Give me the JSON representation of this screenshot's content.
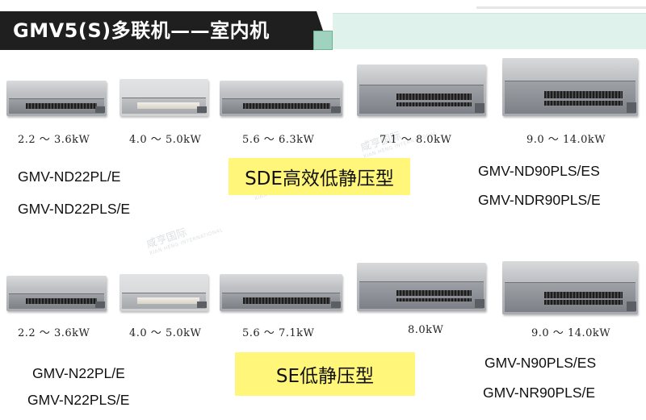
{
  "header": {
    "title": "GMV5(S)多联机——室内机"
  },
  "watermark": "咸亨国际",
  "sde": {
    "ranges": [
      "2.2 ～ 3.6kW",
      "4.0 ～ 5.0kW",
      "5.6 ～ 6.3kW",
      "7.1 ～ 8.0kW",
      "9.0 ～ 14.0kW"
    ],
    "models_left": [
      "GMV-ND22PL/E",
      "GMV-ND22PLS/E"
    ],
    "models_right": [
      "GMV-ND90PLS/ES",
      "GMV-NDR90PLS/E"
    ],
    "badge": "SDE高效低静压型"
  },
  "se": {
    "ranges": [
      "2.2 ～ 3.6kW",
      "4.0 ～ 5.0kW",
      "5.6 ～ 7.1kW",
      "8.0kW",
      "9.0 ～ 14.0kW"
    ],
    "models_left": [
      "GMV-N22PL/E",
      "GMV-N22PLS/E"
    ],
    "models_right": [
      "GMV-N90PLS/ES",
      "GMV-NR90PLS/E"
    ],
    "badge": "SE低静压型"
  }
}
